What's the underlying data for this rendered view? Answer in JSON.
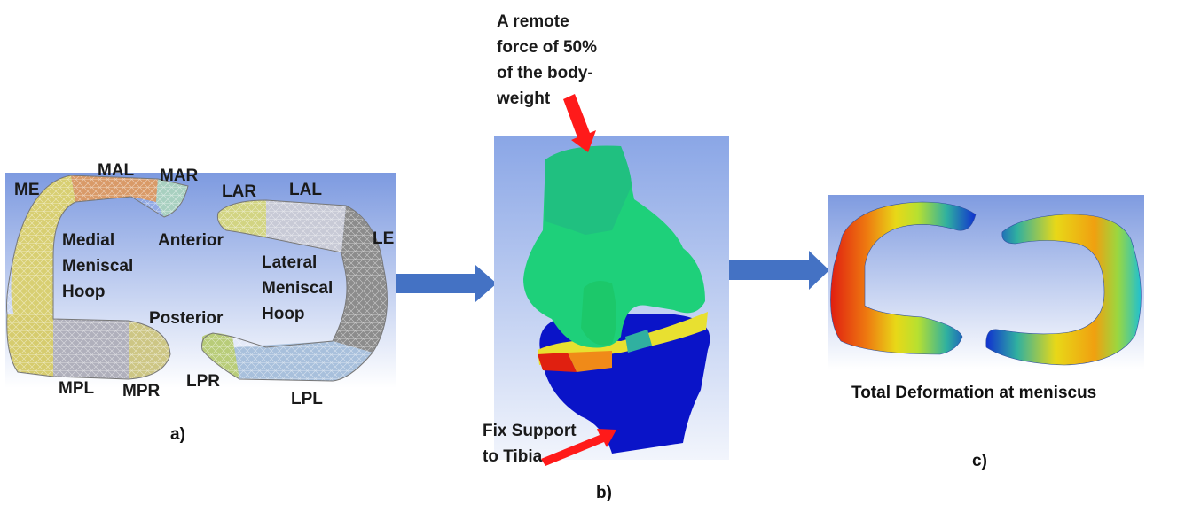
{
  "panel_a": {
    "labels": {
      "me": "ME",
      "mal": "MAL",
      "mar": "MAR",
      "lar": "LAR",
      "lal": "LAL",
      "le": "LE",
      "medial_hoop": "Medial\nMeniscal\nHoop",
      "anterior": "Anterior",
      "lateral_hoop": "Lateral\nMeniscal\nHoop",
      "posterior": "Posterior",
      "mpl": "MPL",
      "mpr": "MPR",
      "lpr": "LPR",
      "lpl": "LPL"
    },
    "caption": "a)"
  },
  "panel_b": {
    "force_label": "A remote\nforce of 50%\nof the body-\nweight",
    "support_label": "Fix Support\nto Tibia",
    "caption": "b)"
  },
  "panel_c": {
    "title": "Total Deformation at meniscus",
    "caption": "c)"
  },
  "colors": {
    "arrow_blue": "#4472c4",
    "force_arrow_red": "#ff1a1a",
    "panel_bg_top": "#7d9ae0",
    "panel_bg_bottom": "#ffffff"
  }
}
